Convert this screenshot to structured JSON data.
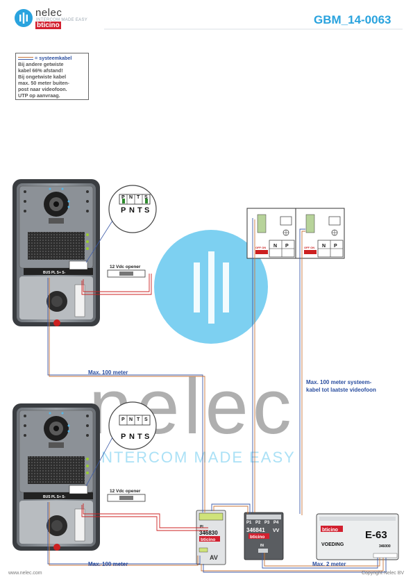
{
  "header": {
    "document_id": "GBM_14-0063",
    "brand_name": "nelec",
    "brand_tagline": "INTERCOM MADE EASY",
    "brand_partner": "bticino"
  },
  "note": {
    "legend": "= systeemkabel",
    "lines": [
      "Bij andere getwiste",
      "kabel 66% afstand!",
      "Bij ongetwiste kabel",
      "max. 50 meter buiten-",
      "post naar videofoon.",
      "UTP op aanvraag."
    ]
  },
  "diagram": {
    "terminal_labels": [
      "P",
      "N",
      "T",
      "S"
    ],
    "door_panel_terminals": "BUS PL S+ S-",
    "opener_label": "12 Vdc opener",
    "distance_panel_1": "Max. 100 meter",
    "distance_panel_2": "Max. 100 meter",
    "distance_videophones": [
      "Max. 100 meter systeem-",
      "kabel tot laatste videofoon"
    ],
    "distance_supply": "Max. 2 meter",
    "module_av_code": "346830",
    "module_av_short": "AV",
    "module_av_pin": "PI",
    "module_av_brand": "bticino",
    "module_splitter_code": "346841",
    "module_splitter_ports": [
      "P1",
      "P2",
      "P3",
      "P4"
    ],
    "module_splitter_vv": "VV",
    "module_splitter_in": "IN",
    "module_splitter_brand": "bticino",
    "supply_brand": "bticino",
    "supply_code": "E-63",
    "supply_label": "VOEDING",
    "supply_part": "346000",
    "videophone_terminals": [
      "N",
      "P"
    ],
    "videophone_switch": "OFF ON"
  },
  "watermark": {
    "word": "nelec",
    "tagline": "INTERCOM MADE EASY"
  },
  "footer": {
    "website": "www.nelec.com",
    "copyright": "Copyright Nelec BV"
  },
  "colors": {
    "accent_blue": "#2aa3de",
    "wire_blue": "#3d5ba8",
    "wire_orange": "#c8753a",
    "wire_red": "#cc2020",
    "bticino_red": "#d2202f",
    "watermark_circle": "#66c8ee"
  }
}
